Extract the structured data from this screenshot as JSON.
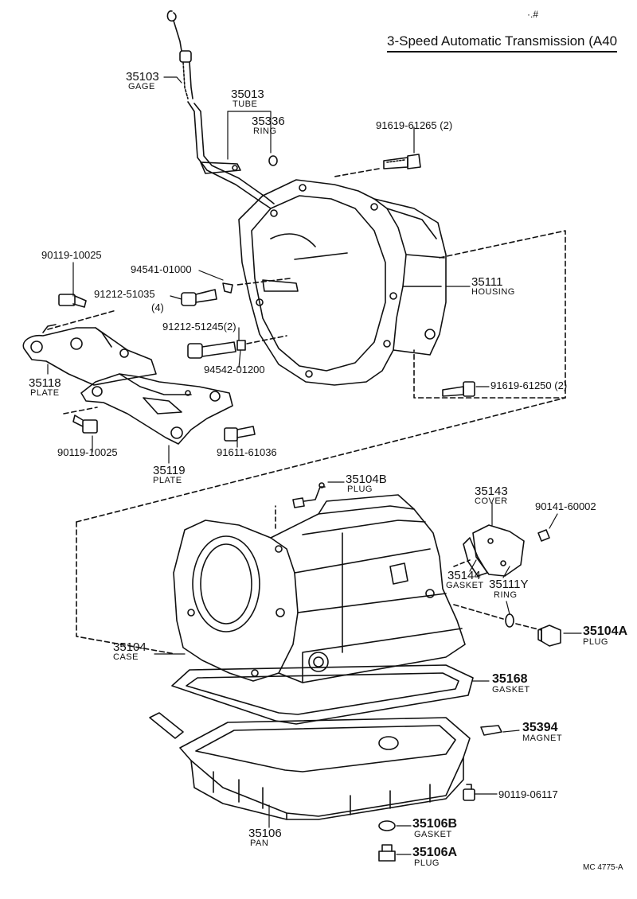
{
  "title": "3-Speed Automatic Transmission (A40",
  "top_mark": "·.#",
  "diagram_code": "MC 4775-A",
  "parts": {
    "p35103": {
      "number": "35103",
      "name": "GAGE"
    },
    "p35013": {
      "number": "35013",
      "name": "TUBE"
    },
    "p35336": {
      "number": "35336",
      "name": "RING"
    },
    "p91619_61265": {
      "number": "91619-61265",
      "qty": "(2)"
    },
    "p90119_10025a": {
      "number": "90119-10025"
    },
    "p94541_01000": {
      "number": "94541-01000"
    },
    "p91212_51035": {
      "number": "91212-51035",
      "qty": "(4)"
    },
    "p35111": {
      "number": "35111",
      "name": "HOUSING"
    },
    "p91212_51245": {
      "number": "91212-51245",
      "qty": "(2)"
    },
    "p94542_01200": {
      "number": "94542-01200"
    },
    "p35118": {
      "number": "35118",
      "name": "PLATE"
    },
    "p91619_61250": {
      "number": "91619-61250",
      "qty": "(2)"
    },
    "p90119_10025b": {
      "number": "90119-10025"
    },
    "p91611_61036": {
      "number": "91611-61036"
    },
    "p35119": {
      "number": "35119",
      "name": "PLATE"
    },
    "p35104B": {
      "number": "35104B",
      "name": "PLUG"
    },
    "p35143": {
      "number": "35143",
      "name": "COVER"
    },
    "p90141_60002": {
      "number": "90141-60002"
    },
    "p35144": {
      "number": "35144",
      "name": "GASKET"
    },
    "p35111Y": {
      "number": "35111Y",
      "name": "RING"
    },
    "p35104A": {
      "number": "35104A",
      "name": "PLUG"
    },
    "p35104": {
      "number": "35104",
      "name": "CASE"
    },
    "p35168": {
      "number": "35168",
      "name": "GASKET"
    },
    "p35394": {
      "number": "35394",
      "name": "MAGNET"
    },
    "p90119_06117": {
      "number": "90119-06117"
    },
    "p35106": {
      "number": "35106",
      "name": "PAN"
    },
    "p35106B": {
      "number": "35106B",
      "name": "GASKET"
    },
    "p35106A": {
      "number": "35106A",
      "name": "PLUG"
    }
  }
}
